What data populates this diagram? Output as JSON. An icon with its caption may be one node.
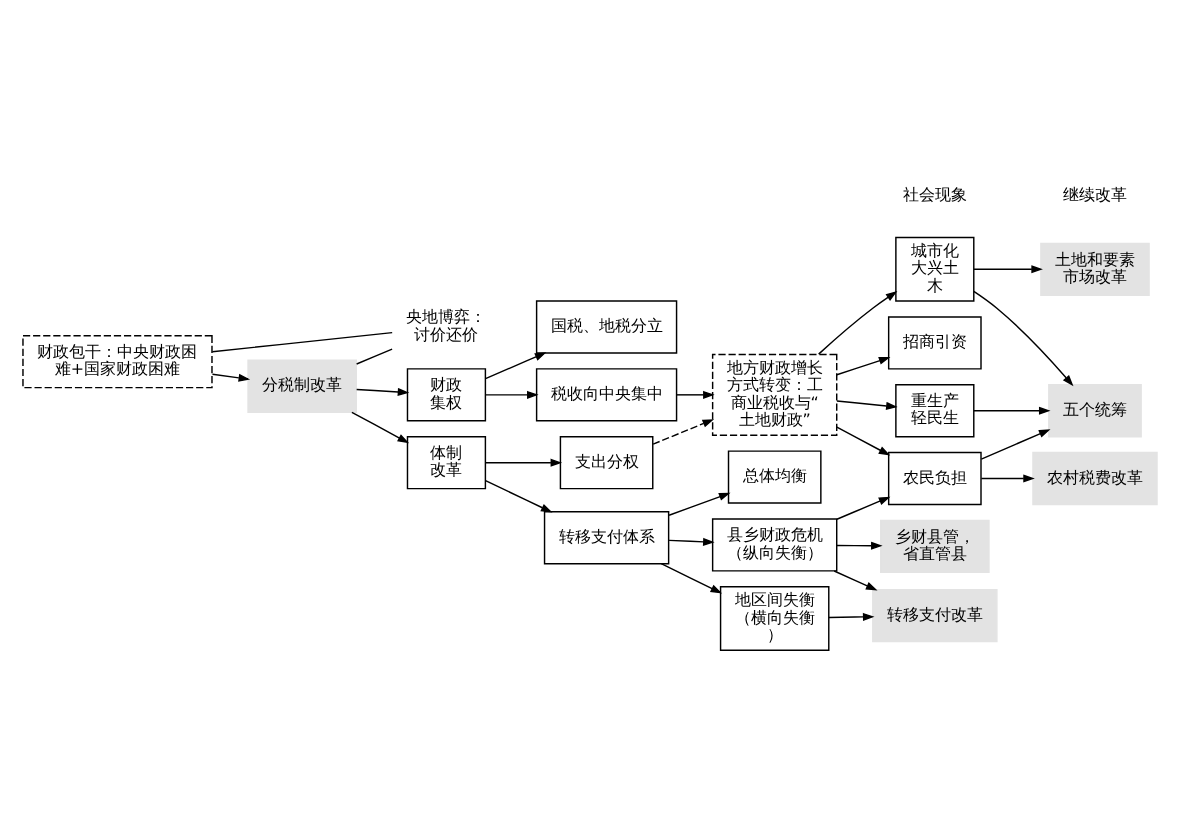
{
  "diagram": {
    "nodes": [
      {
        "text": [
          "财政包干：中央财政困难+国家财政困难"
        ]
      },
      {
        "text": [
          "分税制改革"
        ]
      },
      {
        "text": [
          "央地博弈：讨价还价"
        ]
      },
      {
        "text": [
          "财政集权"
        ]
      },
      {
        "text": [
          "国税、地税分立"
        ]
      },
      {
        "text": [
          "税收向中央集中"
        ]
      },
      {
        "text": [
          "地方财政增长方式转变：工商业税收与“土地财政”"
        ]
      },
      {
        "text": [
          "体制改革"
        ]
      },
      {
        "text": [
          "支出分权"
        ]
      },
      {
        "text": [
          "转移支付体系"
        ]
      },
      {
        "text": [
          "总体均衡"
        ]
      },
      {
        "text": [
          "县乡财政危机（纵向失衡）"
        ]
      },
      {
        "text": [
          "地区间失衡（横向失衡）"
        ]
      },
      {
        "text": [
          "城市化大兴土木"
        ]
      },
      {
        "text": [
          "招商引资"
        ]
      },
      {
        "text": [
          "重生产轻民生"
        ]
      },
      {
        "text": [
          "农民负担"
        ]
      },
      {
        "text": [
          "土地和要素市场改革"
        ]
      },
      {
        "text": [
          "五个统筹"
        ]
      },
      {
        "text": [
          "农村税费改革"
        ]
      },
      {
        "text": [
          "乡财县管，省直管县"
        ]
      },
      {
        "text": [
          "转移支付改革"
        ]
      }
    ],
    "edges": [
      {
        "from": 0,
        "to": 1,
        "arrow": "to"
      },
      {
        "from": 0,
        "to": 2,
        "arrow": "none"
      },
      {
        "from": 1,
        "to": 2,
        "arrow": "none"
      },
      {
        "from": 1,
        "to": 3,
        "arrow": "to"
      },
      {
        "from": 1,
        "to": 7,
        "arrow": "to"
      },
      {
        "from": 3,
        "to": 4,
        "arrow": "to"
      },
      {
        "from": 3,
        "to": 5,
        "arrow": "to"
      },
      {
        "from": 5,
        "to": 6,
        "arrow": "to"
      },
      {
        "from": 8,
        "to": 6,
        "arrow": "to",
        "style": "dashed"
      },
      {
        "from": 7,
        "to": 8,
        "arrow": "to"
      },
      {
        "from": 7,
        "to": 9,
        "arrow": "to"
      },
      {
        "from": 9,
        "to": 10,
        "arrow": "to"
      },
      {
        "from": 9,
        "to": 11,
        "arrow": "to"
      },
      {
        "from": 9,
        "to": 12,
        "arrow": "to"
      },
      {
        "from": 6,
        "to": 13,
        "arrow": "to"
      },
      {
        "from": 6,
        "to": 14,
        "arrow": "to"
      },
      {
        "from": 6,
        "to": 15,
        "arrow": "to"
      },
      {
        "from": 6,
        "to": 16,
        "arrow": "to"
      },
      {
        "from": 13,
        "to": 17,
        "arrow": "to"
      },
      {
        "from": 13,
        "to": 18,
        "arrow": "to"
      },
      {
        "from": 15,
        "to": 18,
        "arrow": "to"
      },
      {
        "from": 16,
        "to": 18,
        "arrow": "to"
      },
      {
        "from": 16,
        "to": 19,
        "arrow": "to"
      },
      {
        "from": 11,
        "to": 16,
        "arrow": "to"
      },
      {
        "from": 11,
        "to": 20,
        "arrow": "to"
      },
      {
        "from": 11,
        "to": 21,
        "arrow": "to"
      },
      {
        "from": 12,
        "to": 21,
        "arrow": "to"
      }
    ],
    "labels": [
      "社会现象",
      "继续改革"
    ]
  }
}
